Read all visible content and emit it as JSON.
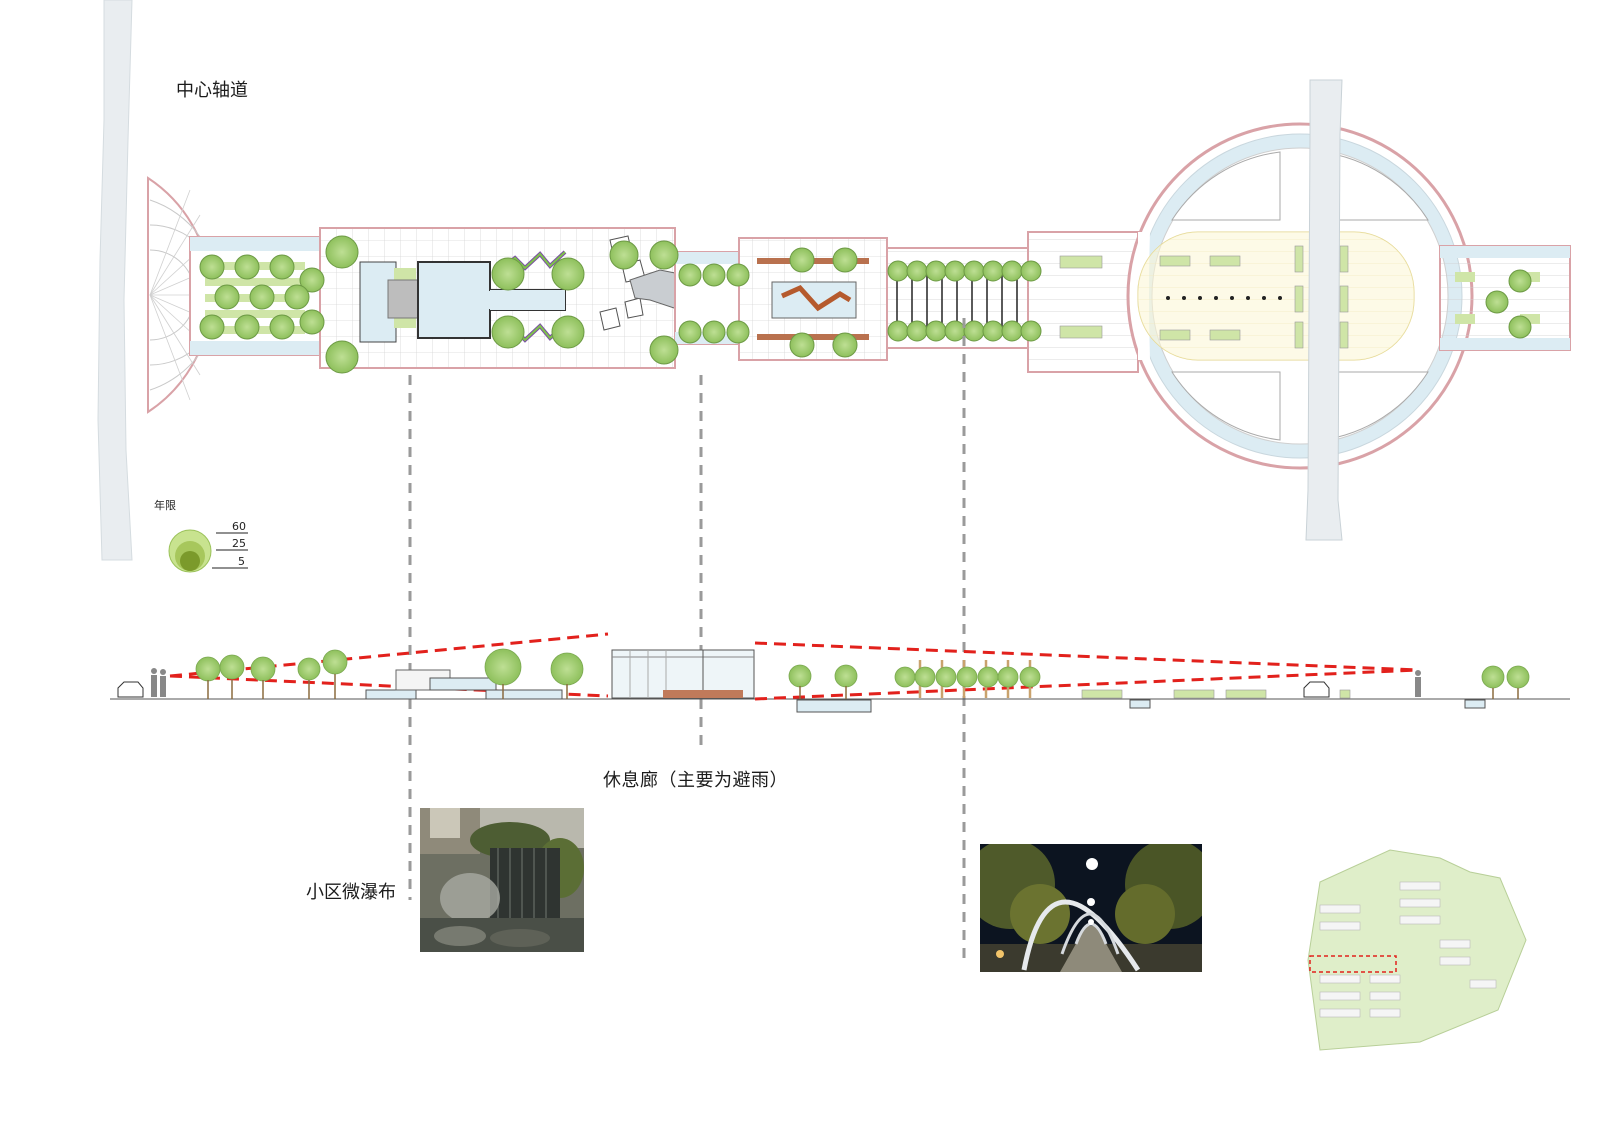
{
  "title": "中心轴道",
  "legend": {
    "label": "年限",
    "values": [
      "60",
      "25",
      "5"
    ]
  },
  "captions": {
    "rest_corridor": "休息廊（主要为避雨）",
    "waterfall": "小区微瀑布"
  },
  "colors": {
    "tree_light": "#b5d88a",
    "tree_mid": "#8fc060",
    "tree_dark": "#6e9a3a",
    "plaza_outline": "#d9a2a7",
    "water": "#dcecf3",
    "red_line": "#e2211c",
    "dash_line": "#9a9a9a",
    "center_fill": "#fbf5d3"
  }
}
